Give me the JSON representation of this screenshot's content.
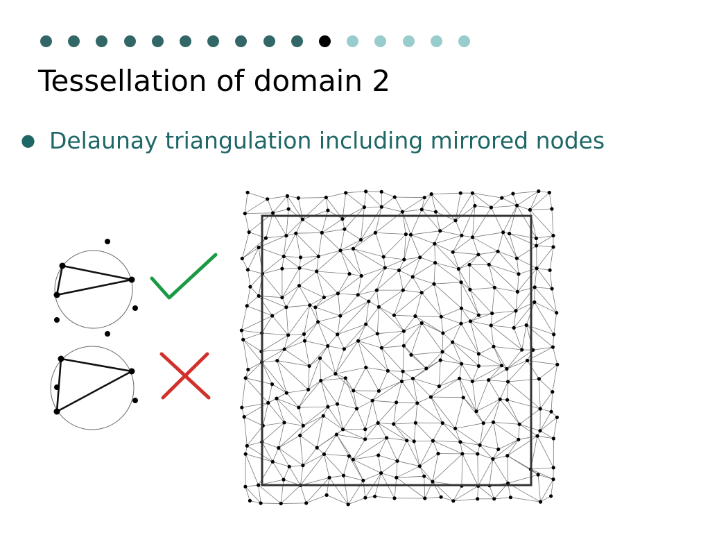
{
  "slide": {
    "title": "Tessellation of domain 2",
    "bullet": "Delaunay triangulation including mirrored nodes"
  },
  "progress": {
    "total": 16,
    "current": 11
  },
  "colors": {
    "visited_dot": "#336666",
    "current_dot": "#000000",
    "upcoming_dot": "#99cccc",
    "bullet_text": "#1e6766",
    "check": "#1a9a45",
    "cross": "#d1302b"
  },
  "icons": {
    "valid": "checkmark-icon",
    "invalid": "cross-icon"
  }
}
